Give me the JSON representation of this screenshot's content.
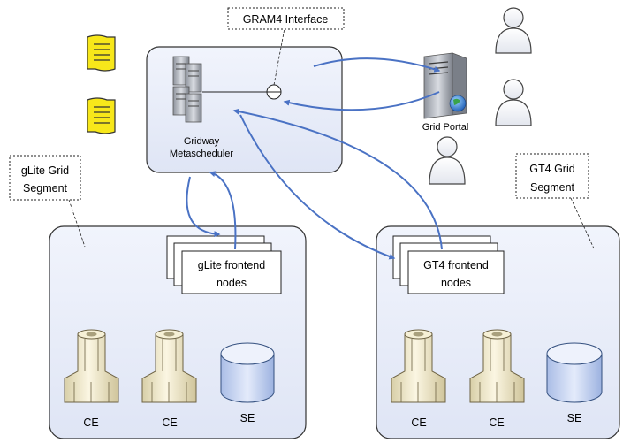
{
  "gram4_interface": "GRAM4 Interface",
  "metascheduler": {
    "line1": "Gridway",
    "line2": "Metascheduler"
  },
  "grid_portal": "Grid Portal",
  "glite_segment": {
    "line1": "gLite Grid",
    "line2": "Segment"
  },
  "gt4_segment": {
    "line1": "GT4 Grid",
    "line2": "Segment"
  },
  "glite_frontend": {
    "line1": "gLite frontend",
    "line2": "nodes"
  },
  "gt4_frontend": {
    "line1": "GT4 frontend",
    "line2": "nodes"
  },
  "glite_resources": [
    "CE",
    "CE",
    "SE"
  ],
  "gt4_resources": [
    "CE",
    "CE",
    "SE"
  ],
  "colors": {
    "panel_fill": "#e8ecf8",
    "arrow": "#4a72c4",
    "document_icon": "#f7e71a"
  }
}
